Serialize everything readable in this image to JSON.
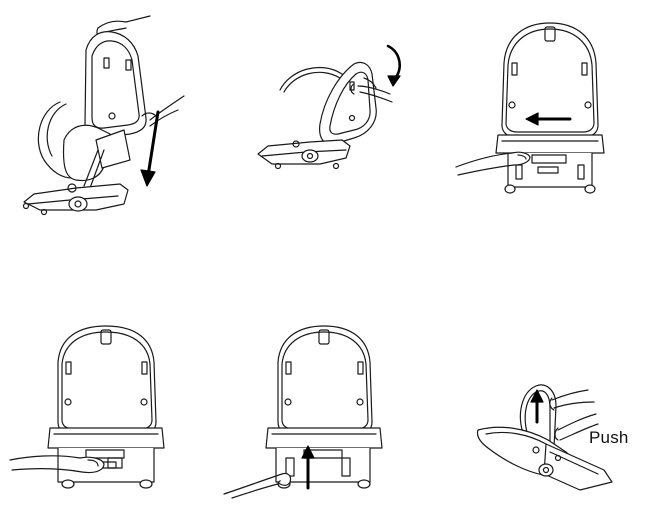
{
  "figure": {
    "steps": [
      {
        "id": 1,
        "arrow": "down",
        "label": ""
      },
      {
        "id": 2,
        "arrow": "rotate-clockwise",
        "label": ""
      },
      {
        "id": 3,
        "arrow": "left",
        "label": ""
      },
      {
        "id": 4,
        "arrow": "none",
        "label": ""
      },
      {
        "id": 5,
        "arrow": "up",
        "label": ""
      },
      {
        "id": 6,
        "arrow": "up",
        "label": "Push"
      }
    ],
    "colors": {
      "line": "#1a1a1a",
      "fill": "#ffffff",
      "arrow": "#000000"
    }
  }
}
